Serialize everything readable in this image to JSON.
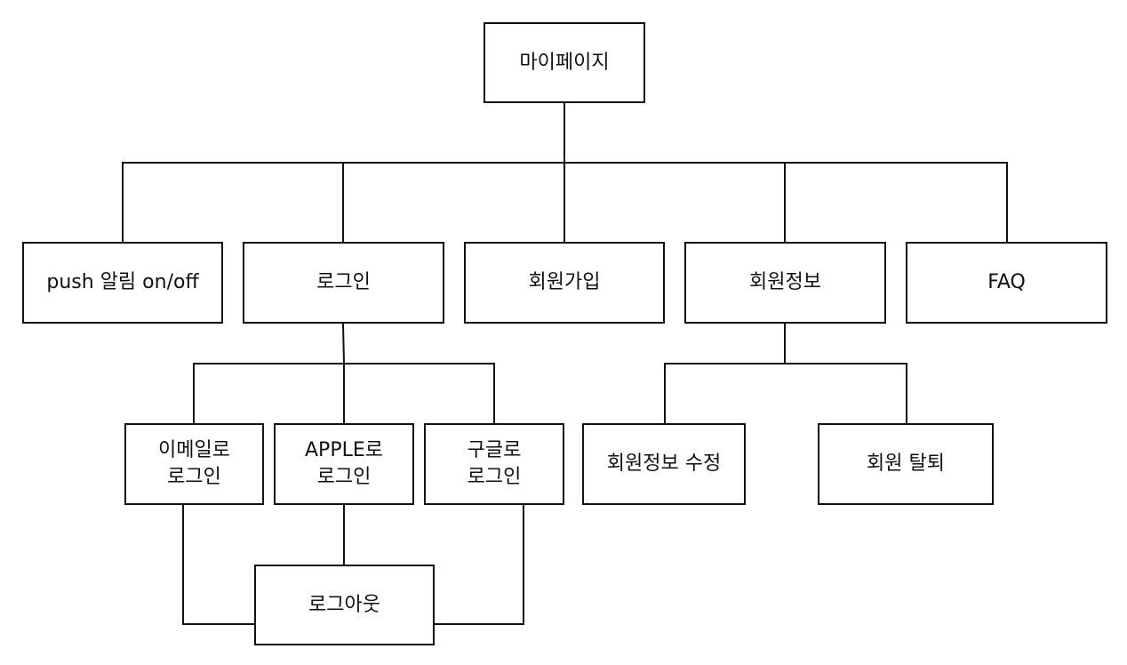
{
  "nodes": {
    "root": "마이페이지",
    "push": "push 알림 on/off",
    "login": "로그인",
    "signup": "회원가입",
    "member_info": "회원정보",
    "faq": "FAQ",
    "email_login": "이메일로\n로그인",
    "apple_login": "APPLE로\n로그인",
    "google_login": "구글로\n로그인",
    "edit_info": "회원정보 수정",
    "withdraw": "회원 탈퇴",
    "logout": "로그아웃"
  }
}
